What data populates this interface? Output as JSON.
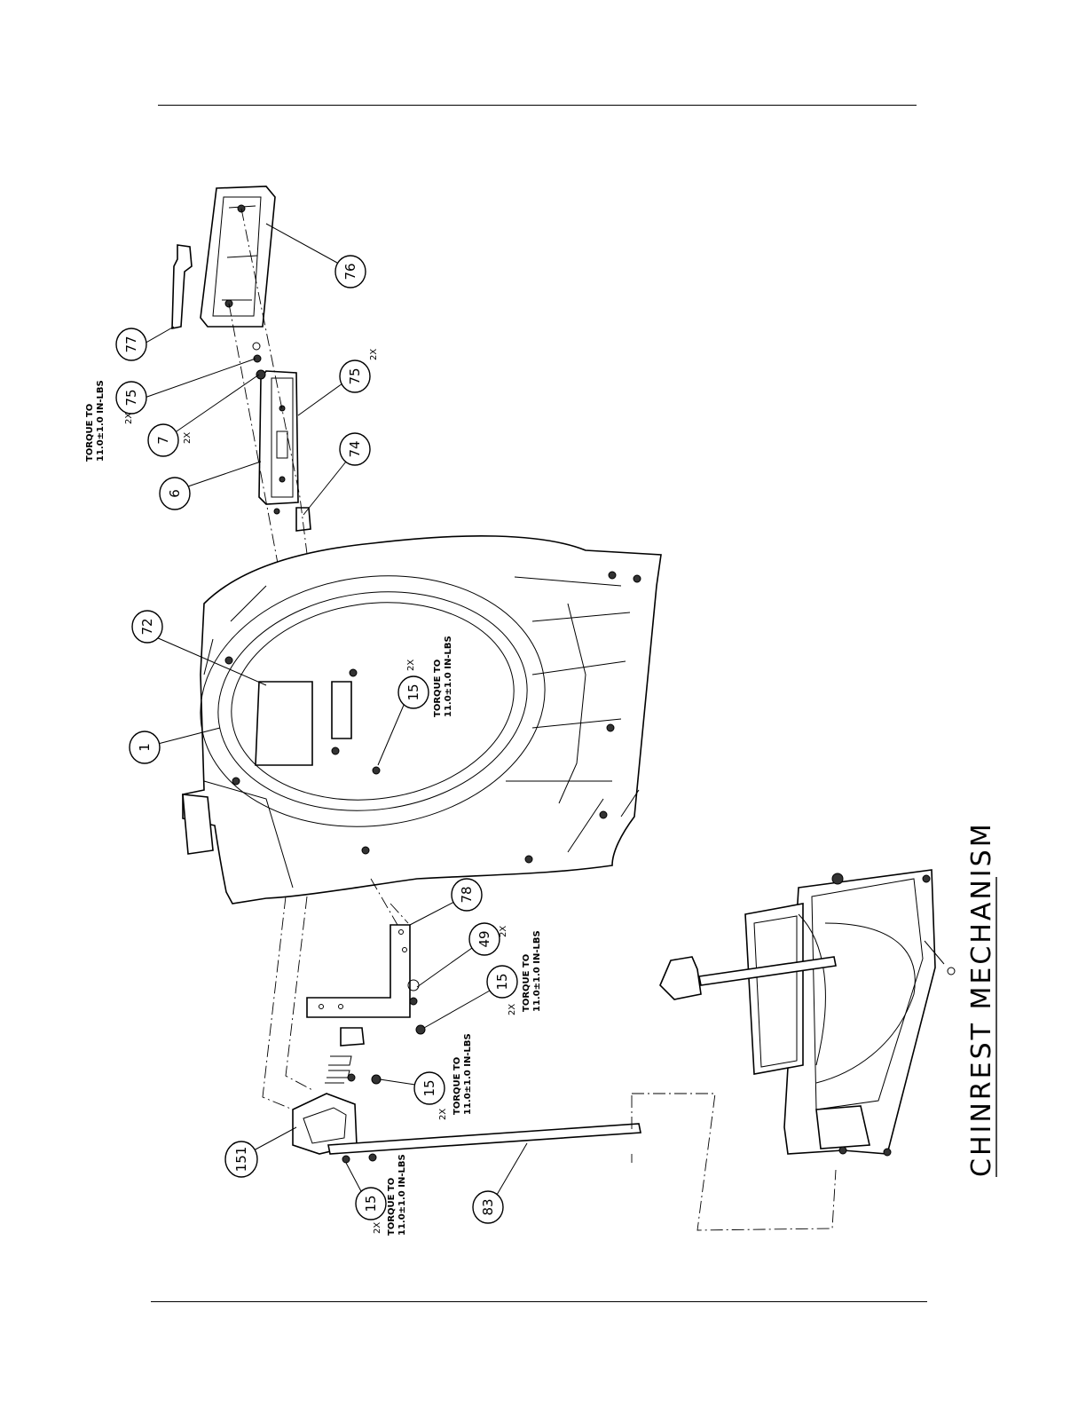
{
  "title": "CHINREST MECHANISM",
  "callouts": [
    {
      "id": "c77",
      "num": "77"
    },
    {
      "id": "c76",
      "num": "76"
    },
    {
      "id": "c75a",
      "num": "75",
      "qty": "2X"
    },
    {
      "id": "c75b",
      "num": "75",
      "qty": "2X"
    },
    {
      "id": "c7",
      "num": "7",
      "qty": "2X"
    },
    {
      "id": "c74",
      "num": "74"
    },
    {
      "id": "c6",
      "num": "6"
    },
    {
      "id": "c72",
      "num": "72"
    },
    {
      "id": "c1",
      "num": "1"
    },
    {
      "id": "c15a",
      "num": "15",
      "qty": "2X"
    },
    {
      "id": "c78",
      "num": "78"
    },
    {
      "id": "c49",
      "num": "49",
      "qty": "2X"
    },
    {
      "id": "c15b",
      "num": "15",
      "qty": "2X"
    },
    {
      "id": "c15c",
      "num": "15",
      "qty": "2X"
    },
    {
      "id": "c151",
      "num": "151"
    },
    {
      "id": "c15d",
      "num": "15",
      "qty": "2X"
    },
    {
      "id": "c83",
      "num": "83"
    }
  ],
  "torque_notes": [
    {
      "id": "t1",
      "line1": "TORQUE TO",
      "line2": "11.0±1.0 IN-LBS"
    },
    {
      "id": "t2",
      "line1": "TORQUE TO",
      "line2": "11.0±1.0 IN-LBS"
    },
    {
      "id": "t3",
      "line1": "TORQUE TO",
      "line2": "11.0±1.0 IN-LBS"
    },
    {
      "id": "t4",
      "line1": "TORQUE TO",
      "line2": "11.0±1.0 IN-LBS"
    },
    {
      "id": "t5",
      "line1": "TORQUE TO",
      "line2": "11.0±1.0 IN-LBS"
    }
  ]
}
